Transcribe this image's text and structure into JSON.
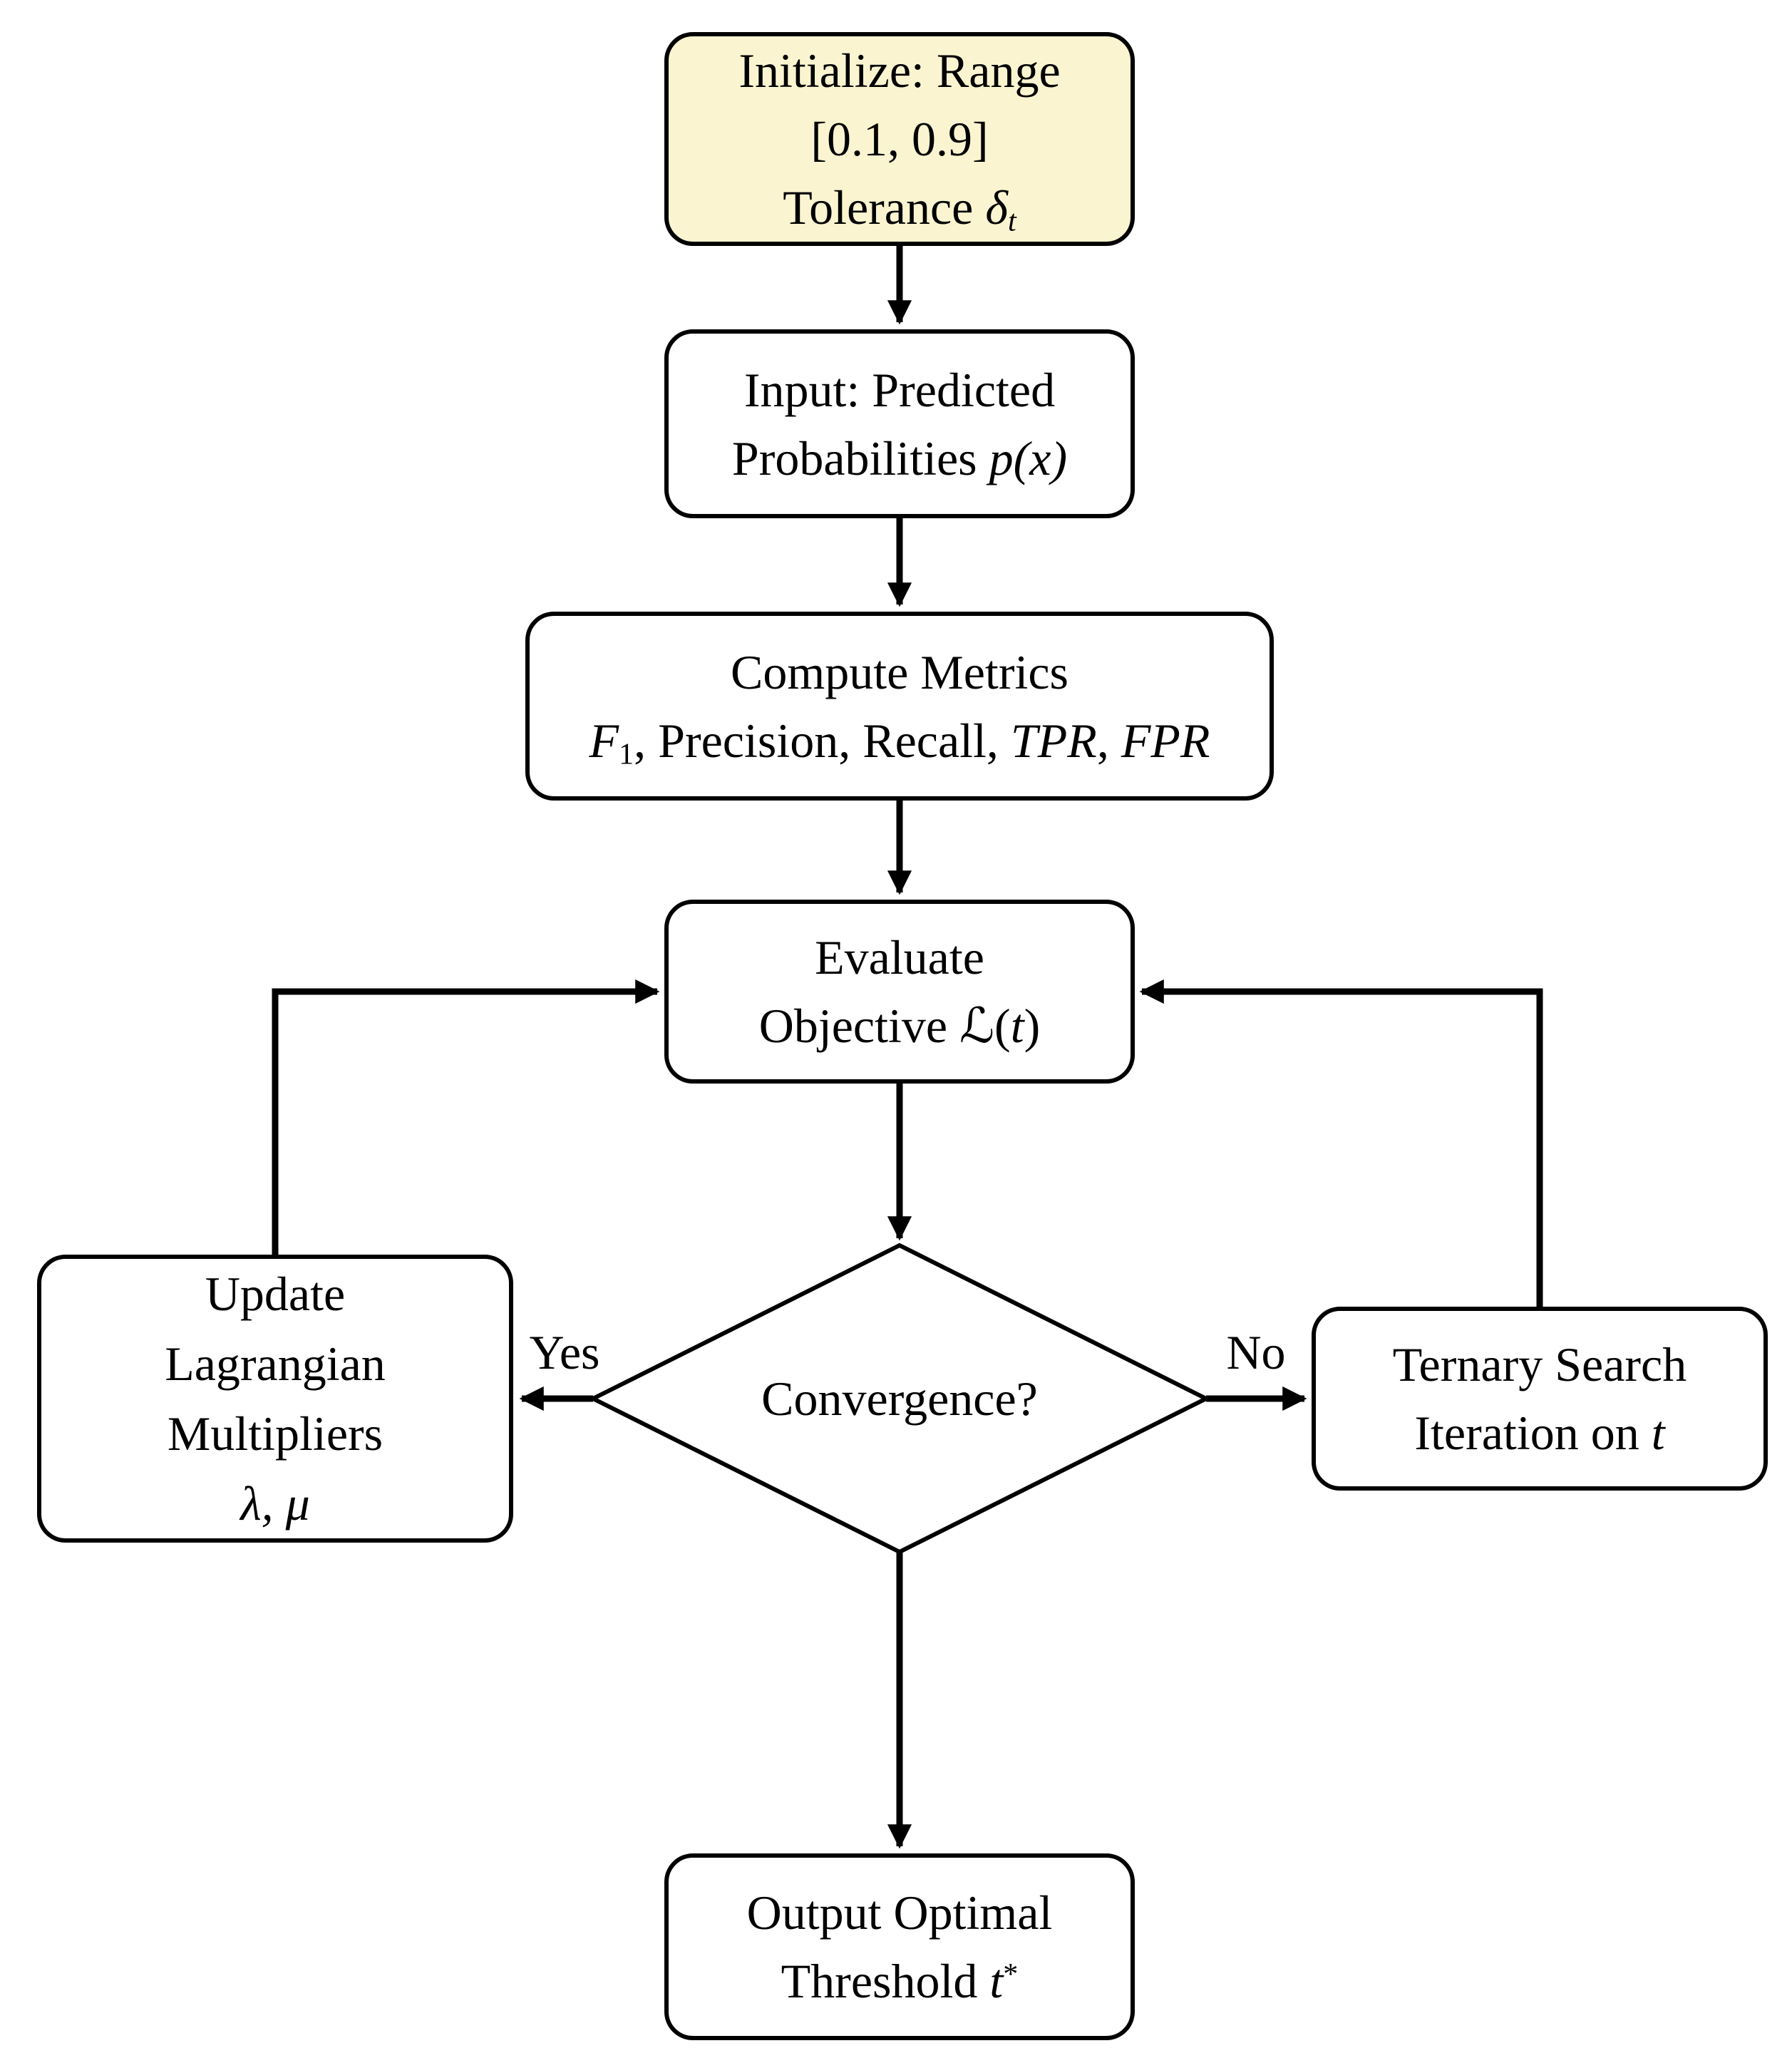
{
  "diagram": {
    "type": "flowchart",
    "background": "#FFFFFF",
    "stroke_color": "#000000",
    "text_color": "#000000",
    "init_fill": "#FAF5D0",
    "node_fill": "#FFFFFF"
  },
  "nodes": {
    "initialize": {
      "line1": "Initialize: Range",
      "line2": "[0.1, 0.9]",
      "line3_prefix": "Tolerance ",
      "line3_symbol": "δ",
      "line3_subscript": "t"
    },
    "input": {
      "line1": "Input: Predicted",
      "line2_prefix": "Probabilities ",
      "line2_math": "p(x)"
    },
    "compute": {
      "line1": "Compute Metrics",
      "line2_f": "F",
      "line2_f_subscript": "1",
      "line2_middle": ", Precision, Recall, ",
      "line2_tpr": "TPR",
      "line2_separator": ", ",
      "line2_fpr": "FPR"
    },
    "evaluate": {
      "line1": "Evaluate",
      "line2_prefix": "Objective ",
      "line2_script_l": "ℒ",
      "line2_open": "(",
      "line2_var": "t",
      "line2_close": ")"
    },
    "convergence": {
      "label": "Convergence?"
    },
    "update": {
      "line1": "Update",
      "line2": "Lagrangian",
      "line3": "Multipliers",
      "line4_math": "λ, μ"
    },
    "ternary": {
      "line1": "Ternary Search",
      "line2_prefix": "Iteration on ",
      "line2_var": "t"
    },
    "output": {
      "line1": "Output Optimal",
      "line2_prefix": "Threshold ",
      "line2_var": "t",
      "line2_superscript": "*"
    }
  },
  "edges": {
    "yes_label": "Yes",
    "no_label": "No"
  }
}
